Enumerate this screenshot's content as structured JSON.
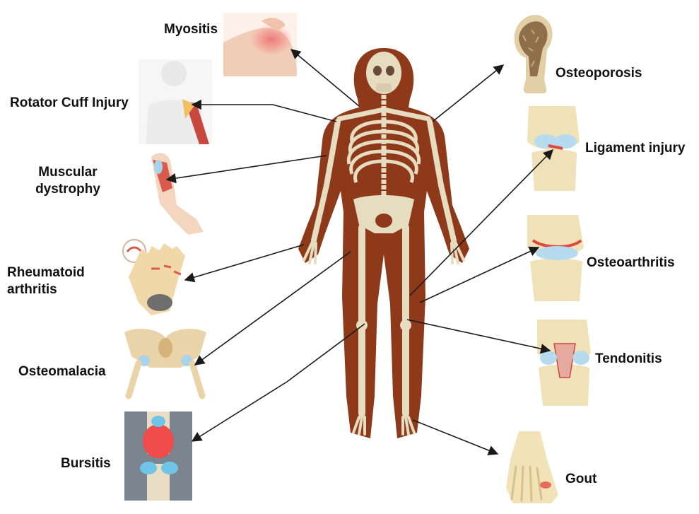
{
  "labels": {
    "myositis": "Myositis",
    "rotator_cuff": "Rotator Cuff Injury",
    "muscular_1": "Muscular",
    "muscular_2": "dystrophy",
    "rheumatoid_1": "Rheumatoid",
    "rheumatoid_2": "arthritis",
    "osteomalacia": "Osteomalacia",
    "bursitis": "Bursitis",
    "osteoporosis": "Osteoporosis",
    "ligament": "Ligament injury",
    "osteoarthritis": "Osteoarthritis",
    "tendonitis": "Tendonitis",
    "gout": "Gout"
  },
  "icons": [
    "shoulder-icon",
    "rotator-cuff-icon",
    "arm-icon",
    "hand-icon",
    "pelvis-icon",
    "knee-bursa-icon",
    "femur-icon",
    "knee-ligament-icon",
    "knee-osteoarthritis-icon",
    "knee-tendon-icon",
    "foot-icon",
    "body-skeleton-icon"
  ],
  "colors": {
    "body": "#8e3a1a",
    "bone": "#e6dcc0",
    "inflammation": "#e0463c",
    "cartilage": "#a9d3ea",
    "arrow": "#1a1a1a"
  }
}
